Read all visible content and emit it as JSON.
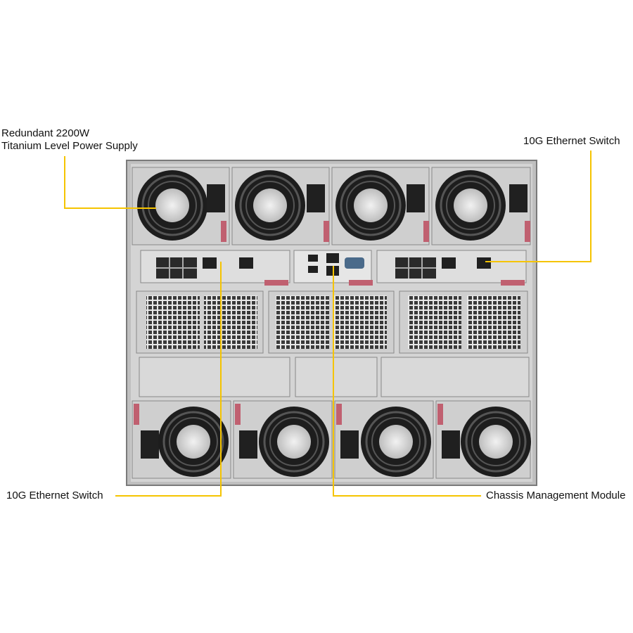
{
  "callouts": {
    "psu": {
      "line1": "Redundant 2200W",
      "line2": "Titanium Level Power Supply"
    },
    "switch_right": {
      "text": "10G Ethernet Switch"
    },
    "switch_left": {
      "text": "10G Ethernet Switch"
    },
    "cmm": {
      "text": "Chassis Management Module"
    }
  },
  "colors": {
    "callout_line": "#f5c400",
    "chassis": "#c9c9c9",
    "chassis_dark": "#8e8e8e",
    "fan_ring": "#1d1d1d",
    "handle": "#c06070",
    "port_black": "#202020"
  }
}
